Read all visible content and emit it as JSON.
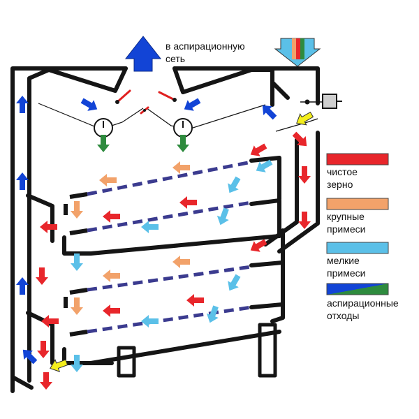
{
  "outlet_label": {
    "line1": "в аспирационную",
    "line2": "сеть"
  },
  "legend": [
    {
      "line1": "чистое",
      "line2": "зерно",
      "color": "#e8262b"
    },
    {
      "line1": "крупные",
      "line2": "примеси",
      "color": "#f2a26a"
    },
    {
      "line1": "мелкие",
      "line2": "примеси",
      "color": "#5bc0e8"
    },
    {
      "line1": "аспирационные",
      "line2": "отходы",
      "color_a": "#1244d6",
      "color_b": "#2e8b3e"
    }
  ],
  "colors": {
    "clean_grain": "#e8262b",
    "coarse_impurities": "#f2a26a",
    "fine_impurities": "#5bc0e8",
    "aspiration_air": "#1244d6",
    "aspiration_waste": "#2e8b3e",
    "feed": "#f4ee1c",
    "sieve_dash": "#3b3b8f",
    "frame": "#151515"
  }
}
